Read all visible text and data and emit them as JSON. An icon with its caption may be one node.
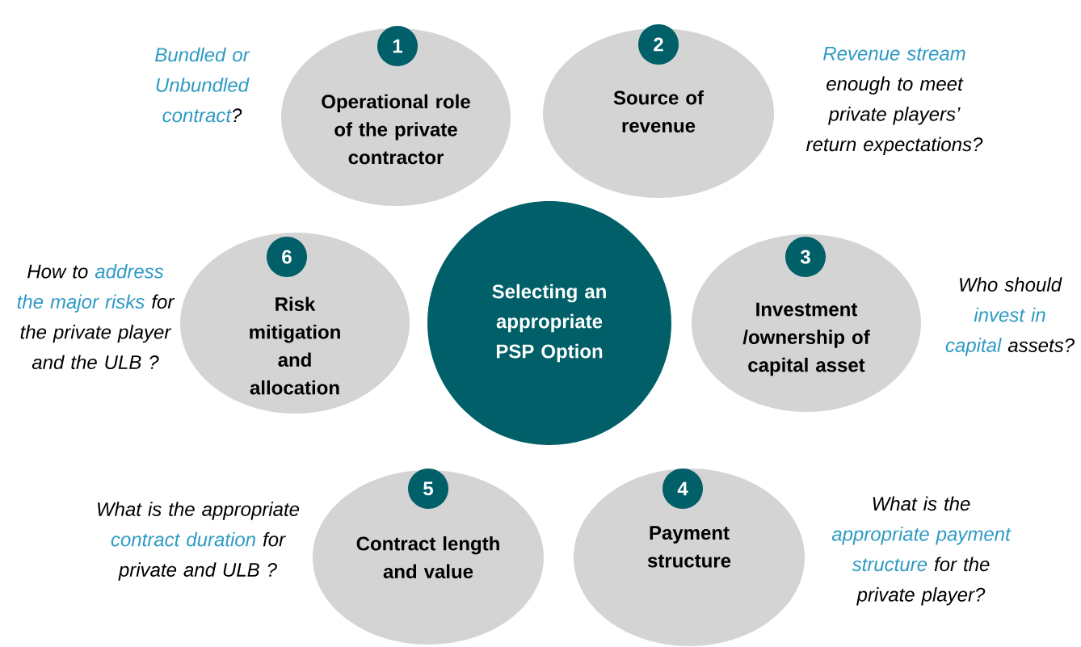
{
  "diagram": {
    "nodes": [
      {
        "text": [
          "Selecting an appropriate PSP Option"
        ]
      },
      {
        "text": [
          "1",
          "Operational role of the private contractor"
        ],
        "beside": [
          "*Bundled or Unbundled contract*?"
        ]
      },
      {
        "text": [
          "2",
          "Source of revenue"
        ],
        "beside": [
          "*Revenue stream* enough to meet private players’ return expectations?"
        ]
      },
      {
        "text": [
          "3",
          "Investment /ownership of capital asset"
        ],
        "beside": [
          "Who should *invest in capital* assets?"
        ]
      },
      {
        "text": [
          "4",
          "Payment structure"
        ],
        "beside": [
          "What is the *appropriate payment structure* for the private player?"
        ]
      },
      {
        "text": [
          "5",
          "Contract length and value"
        ],
        "beside": [
          "What is the appropriate *contract duration* for private and ULB ?"
        ]
      },
      {
        "text": [
          "6",
          "Risk mitigation and allocation"
        ],
        "beside": [
          "How to *address the major risks* for the private player and the ULB ?"
        ]
      }
    ]
  }
}
